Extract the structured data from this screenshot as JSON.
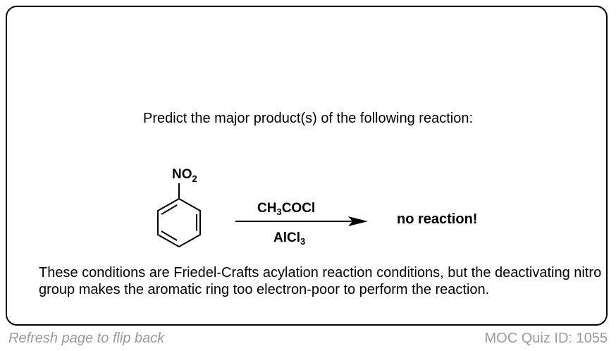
{
  "question": "Predict the major product(s) of the following reaction:",
  "reactant": {
    "substituent_main": "NO",
    "substituent_sub": "2"
  },
  "reagent_top": {
    "p1": "CH",
    "s1": "3",
    "p2": "COCl"
  },
  "reagent_bottom": {
    "p1": "AlCl",
    "s1": "3"
  },
  "product": "no reaction!",
  "explanation": "These conditions are Friedel-Crafts acylation reaction conditions, but the deactivating nitro group makes the aromatic ring too electron-poor to perform the reaction.",
  "footer": {
    "left": "Refresh page to flip back",
    "right": "MOC Quiz ID: 1055"
  },
  "colors": {
    "border": "#000000",
    "footer_text": "#9a9a9a"
  }
}
